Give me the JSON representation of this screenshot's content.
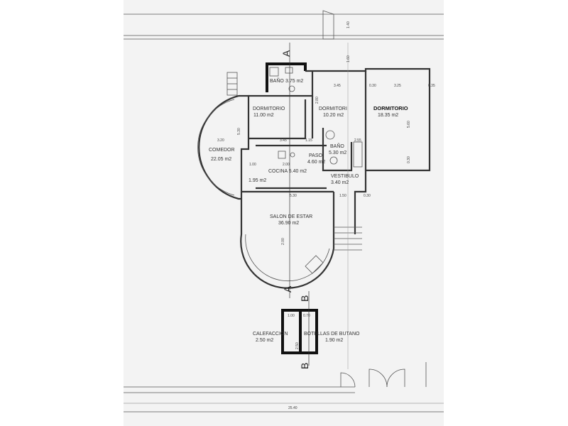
{
  "rooms": {
    "bano1": {
      "name": "BAÑO",
      "area": "3.75 m2"
    },
    "dorm1": {
      "name": "DORMITORIO",
      "area": "11.00 m2"
    },
    "dorm2": {
      "name": "DORMITORI",
      "area": "10.20 m2"
    },
    "dorm3": {
      "name": "DORMITORIO",
      "area": "18.35 m2"
    },
    "comedor": {
      "name": "COMEDOR",
      "area": "22.05 m2"
    },
    "paso": {
      "name": "PASO",
      "area": "4.60 m2"
    },
    "bano2": {
      "name": "BAÑO",
      "area": "5.30 m2"
    },
    "cocina": {
      "name": "COCINA 5.40 m2"
    },
    "despensa": {
      "area": "1.95 m2"
    },
    "vestibulo": {
      "name": "VESTIBULO",
      "area": "3.40 m2"
    },
    "salon": {
      "name": "SALON DE ESTAR",
      "area": "36.90 m2"
    },
    "calefaccion": {
      "name": "CALEFACCION",
      "area": "2.50 m2"
    },
    "butano": {
      "name": "BOTELLAS DE BUTANO",
      "area": "1.90 m2"
    }
  },
  "dimensions": {
    "total_width": "25.40",
    "d1": "3.45",
    "d2": "0.30",
    "d3": "3.25",
    "d4": "0.35",
    "d5": "3.20",
    "d6": "5.30",
    "d7": "3.45",
    "d8": "1.15",
    "d9": "2.55",
    "d10": "2.00",
    "d11": "1.00",
    "d12": "5.30",
    "d13": "1.50",
    "d14": "0.30",
    "d15": "1.00",
    "d16": "0.70",
    "d17": "2.50",
    "d18": "1.60",
    "d19": "1.40",
    "d20": "5.60",
    "d21": "2.80",
    "d22": "0.30",
    "d23": "2.00"
  },
  "section_markers": {
    "a": "A",
    "b": "B"
  }
}
